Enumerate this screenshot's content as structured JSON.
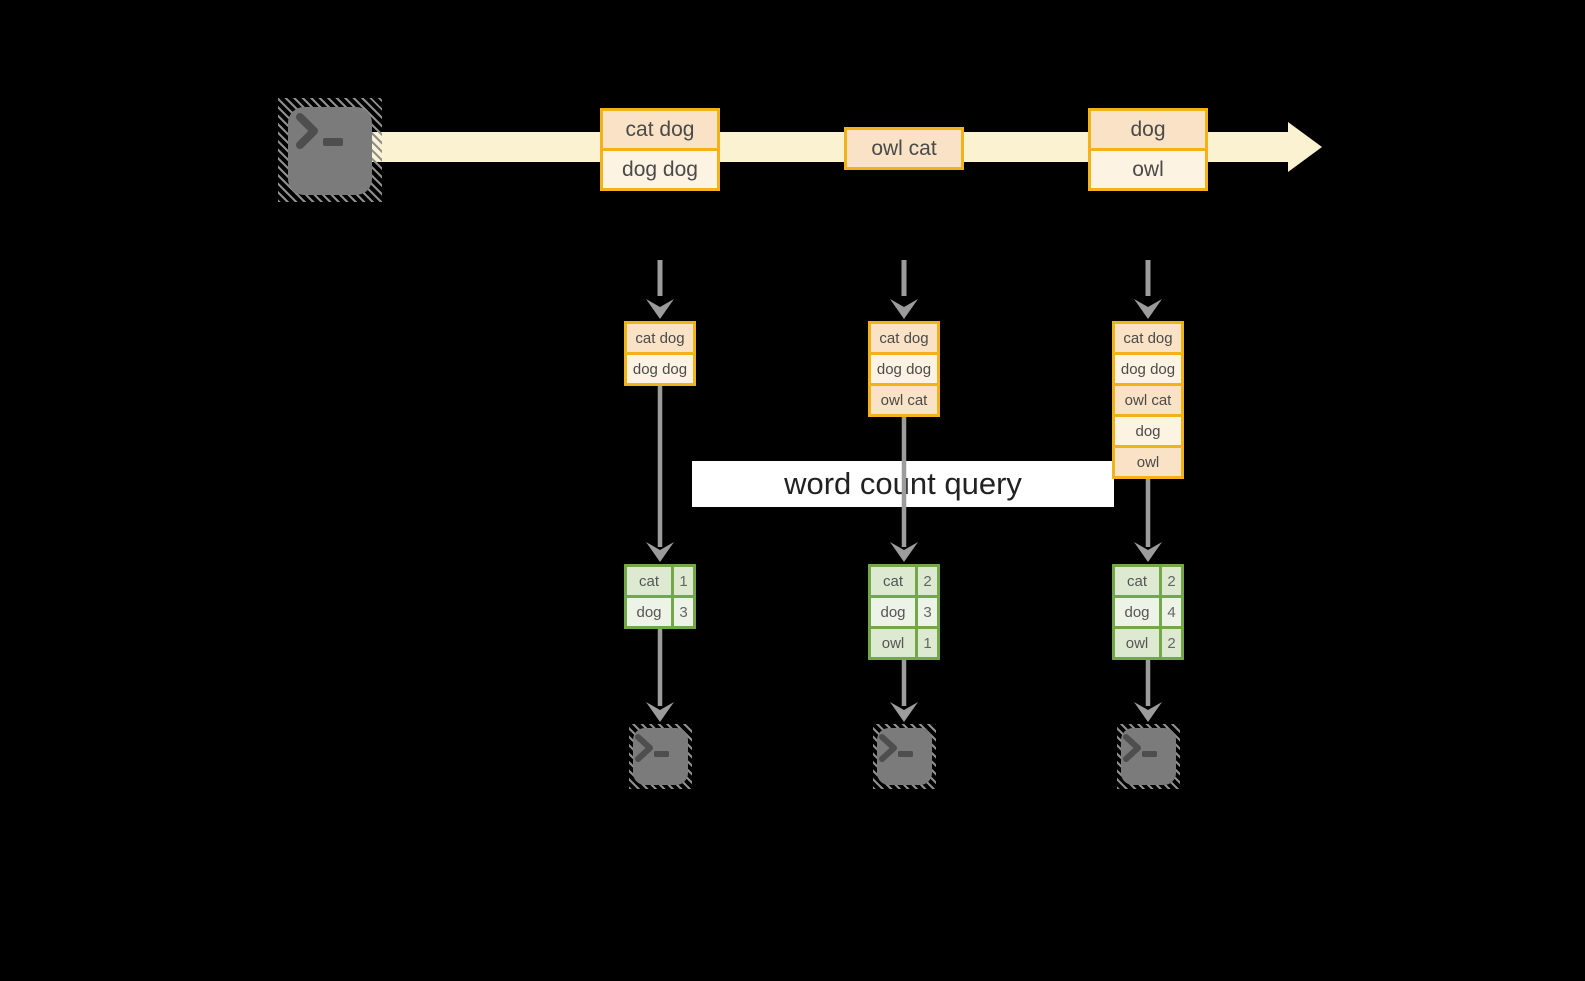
{
  "diagram": {
    "banner": {
      "label": "word count query"
    },
    "source_terminal": {
      "icon": "terminal-icon"
    },
    "stream": {
      "events": [
        {
          "lines": [
            "cat dog",
            "dog dog"
          ]
        },
        {
          "lines": [
            "owl cat"
          ]
        },
        {
          "lines": [
            "dog",
            "owl"
          ]
        }
      ]
    },
    "columns": [
      {
        "log": [
          "cat dog",
          "dog dog"
        ],
        "counts": [
          {
            "word": "cat",
            "count": 1
          },
          {
            "word": "dog",
            "count": 3
          }
        ],
        "output_terminal": {
          "icon": "terminal-icon"
        }
      },
      {
        "log": [
          "cat dog",
          "dog dog",
          "owl cat"
        ],
        "counts": [
          {
            "word": "cat",
            "count": 2
          },
          {
            "word": "dog",
            "count": 3
          },
          {
            "word": "owl",
            "count": 1
          }
        ],
        "output_terminal": {
          "icon": "terminal-icon"
        }
      },
      {
        "log": [
          "cat dog",
          "dog dog",
          "owl cat",
          "dog",
          "owl"
        ],
        "counts": [
          {
            "word": "cat",
            "count": 2
          },
          {
            "word": "dog",
            "count": 4
          },
          {
            "word": "owl",
            "count": 2
          }
        ],
        "output_terminal": {
          "icon": "terminal-icon"
        }
      }
    ],
    "colors": {
      "background": "#000000",
      "stream_band": "#fbf2d1",
      "amber_border": "#f2b318",
      "event_cell_dark": "#f9e2c5",
      "event_cell_light": "#fdf3e2",
      "green_border": "#73a848",
      "green_row_dark": "#dde9d1",
      "green_row_light": "#eef3e8",
      "arrow_gray": "#9c9c9c",
      "terminal_gray": "#7b7b7b"
    }
  }
}
